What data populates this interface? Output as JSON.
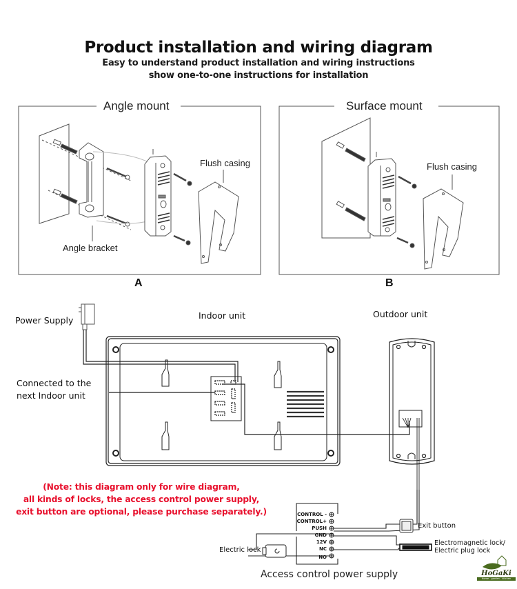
{
  "header": {
    "title": "Product installation and wiring diagram",
    "subtitle_line1": "Easy to understand product installation and wiring instructions",
    "subtitle_line2": "show one-to-one instructions for installation"
  },
  "installation": {
    "panel_a": {
      "title": "Angle mount",
      "letter": "A",
      "labels": {
        "flush_casing": "Flush casing",
        "angle_bracket": "Angle bracket"
      }
    },
    "panel_b": {
      "title": "Surface mount",
      "letter": "B",
      "labels": {
        "flush_casing": "Flush casing"
      }
    }
  },
  "wiring": {
    "power_supply": "Power Supply",
    "indoor_unit": "Indoor unit",
    "outdoor_unit": "Outdoor unit",
    "next_indoor_line1": "Connected to the",
    "next_indoor_line2": "next Indoor unit",
    "note": [
      "(Note: this diagram only for wire diagram,",
      "all kinds of locks, the access control power supply,",
      "exit button are optional, please purchase separately.)"
    ],
    "note_color": "#e8102d",
    "access_control": {
      "title": "Access control power supply",
      "terminals": [
        "CONTROL -",
        "CONTROL+",
        "PUSH",
        "GND",
        "12V",
        "NC",
        "NO"
      ]
    },
    "electric_lock": "Electric lock",
    "exit_button": "Exit button",
    "em_lock_line1": "Electromagnetic lock/",
    "em_lock_line2": "Electric plug lock"
  },
  "logo": {
    "name": "HoGaKi",
    "tagline": "Home - garden - kitchen",
    "color": "#4a6b1f"
  }
}
